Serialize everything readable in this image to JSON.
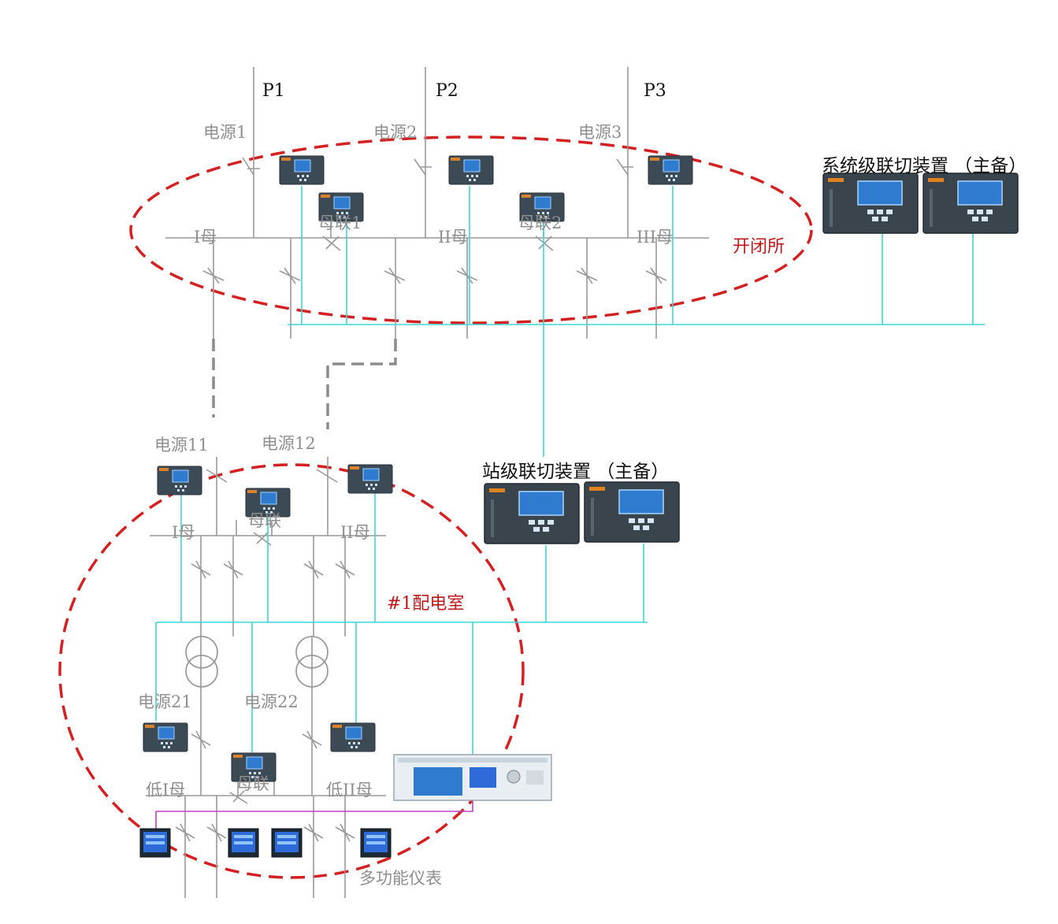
{
  "colors": {
    "bus_line": "#9a9a9a",
    "comm_line": "#3fd6d6",
    "meter_line": "#c040c0",
    "zone_outline": "#d42020",
    "fiber_link": "#8c8c8c",
    "device_face": "#3c4a56",
    "device_screen": "#2f7bd0",
    "meter_screen": "#2f6bd8"
  },
  "top": {
    "feeders": [
      "P1",
      "P2",
      "P3"
    ],
    "sources": [
      "电源1",
      "电源2",
      "电源3"
    ],
    "buses": [
      "I母",
      "II母",
      "III母"
    ],
    "couplers": [
      "母联1",
      "母联2"
    ],
    "zone_label": "开闭所"
  },
  "system_device": {
    "label": "系统级联切装置 （主备）",
    "icon": "controller-unit-icon"
  },
  "station_device": {
    "label": "站级联切装置 （主备）",
    "icon": "controller-unit-icon"
  },
  "room": {
    "zone_label": "#1配电室",
    "sources_hv": [
      "电源11",
      "电源12"
    ],
    "buses_hv": [
      "I母",
      "II母"
    ],
    "coupler_hv": "母联",
    "sources_lv": [
      "电源21",
      "电源22"
    ],
    "buses_lv": [
      "低I母",
      "低II母"
    ],
    "coupler_lv": "母联",
    "meter_label": "多功能仪表"
  }
}
